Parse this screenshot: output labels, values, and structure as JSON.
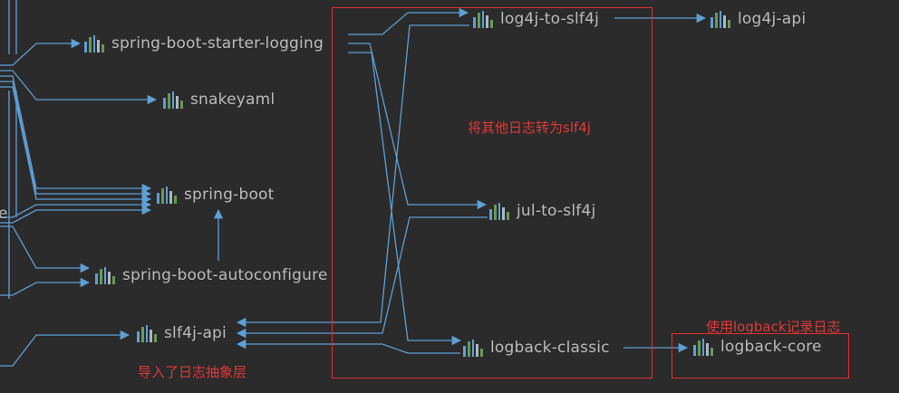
{
  "nodes": {
    "spring_boot_starter_logging": "spring-boot-starter-logging",
    "snakeyaml": "snakeyaml",
    "spring_boot": "spring-boot",
    "spring_boot_autoconfigure": "spring-boot-autoconfigure",
    "slf4j_api": "slf4j-api",
    "log4j_to_slf4j": "log4j-to-slf4j",
    "log4j_api": "log4j-api",
    "jul_to_slf4j": "jul-to-slf4j",
    "logback_classic": "logback-classic",
    "logback_core": "logback-core"
  },
  "cut_off_label": "e",
  "annotations": {
    "convert_note": "将其他日志转为slf4j",
    "logback_note": "使用logback记录日志",
    "abstraction_note": "导入了日志抽象层"
  },
  "colors": {
    "background": "#2b2b2b",
    "edge": "#5d9fd6",
    "highlight": "#e03030",
    "label": "#bbbbbb"
  },
  "edges": [
    [
      "spring_boot_starter_logging",
      "log4j_to_slf4j"
    ],
    [
      "spring_boot_starter_logging",
      "jul_to_slf4j"
    ],
    [
      "spring_boot_starter_logging",
      "logback_classic"
    ],
    [
      "log4j_to_slf4j",
      "log4j_api"
    ],
    [
      "log4j_to_slf4j",
      "slf4j_api"
    ],
    [
      "jul_to_slf4j",
      "slf4j_api"
    ],
    [
      "logback_classic",
      "slf4j_api"
    ],
    [
      "logback_classic",
      "logback_core"
    ],
    [
      "spring_boot_autoconfigure",
      "spring_boot"
    ]
  ]
}
